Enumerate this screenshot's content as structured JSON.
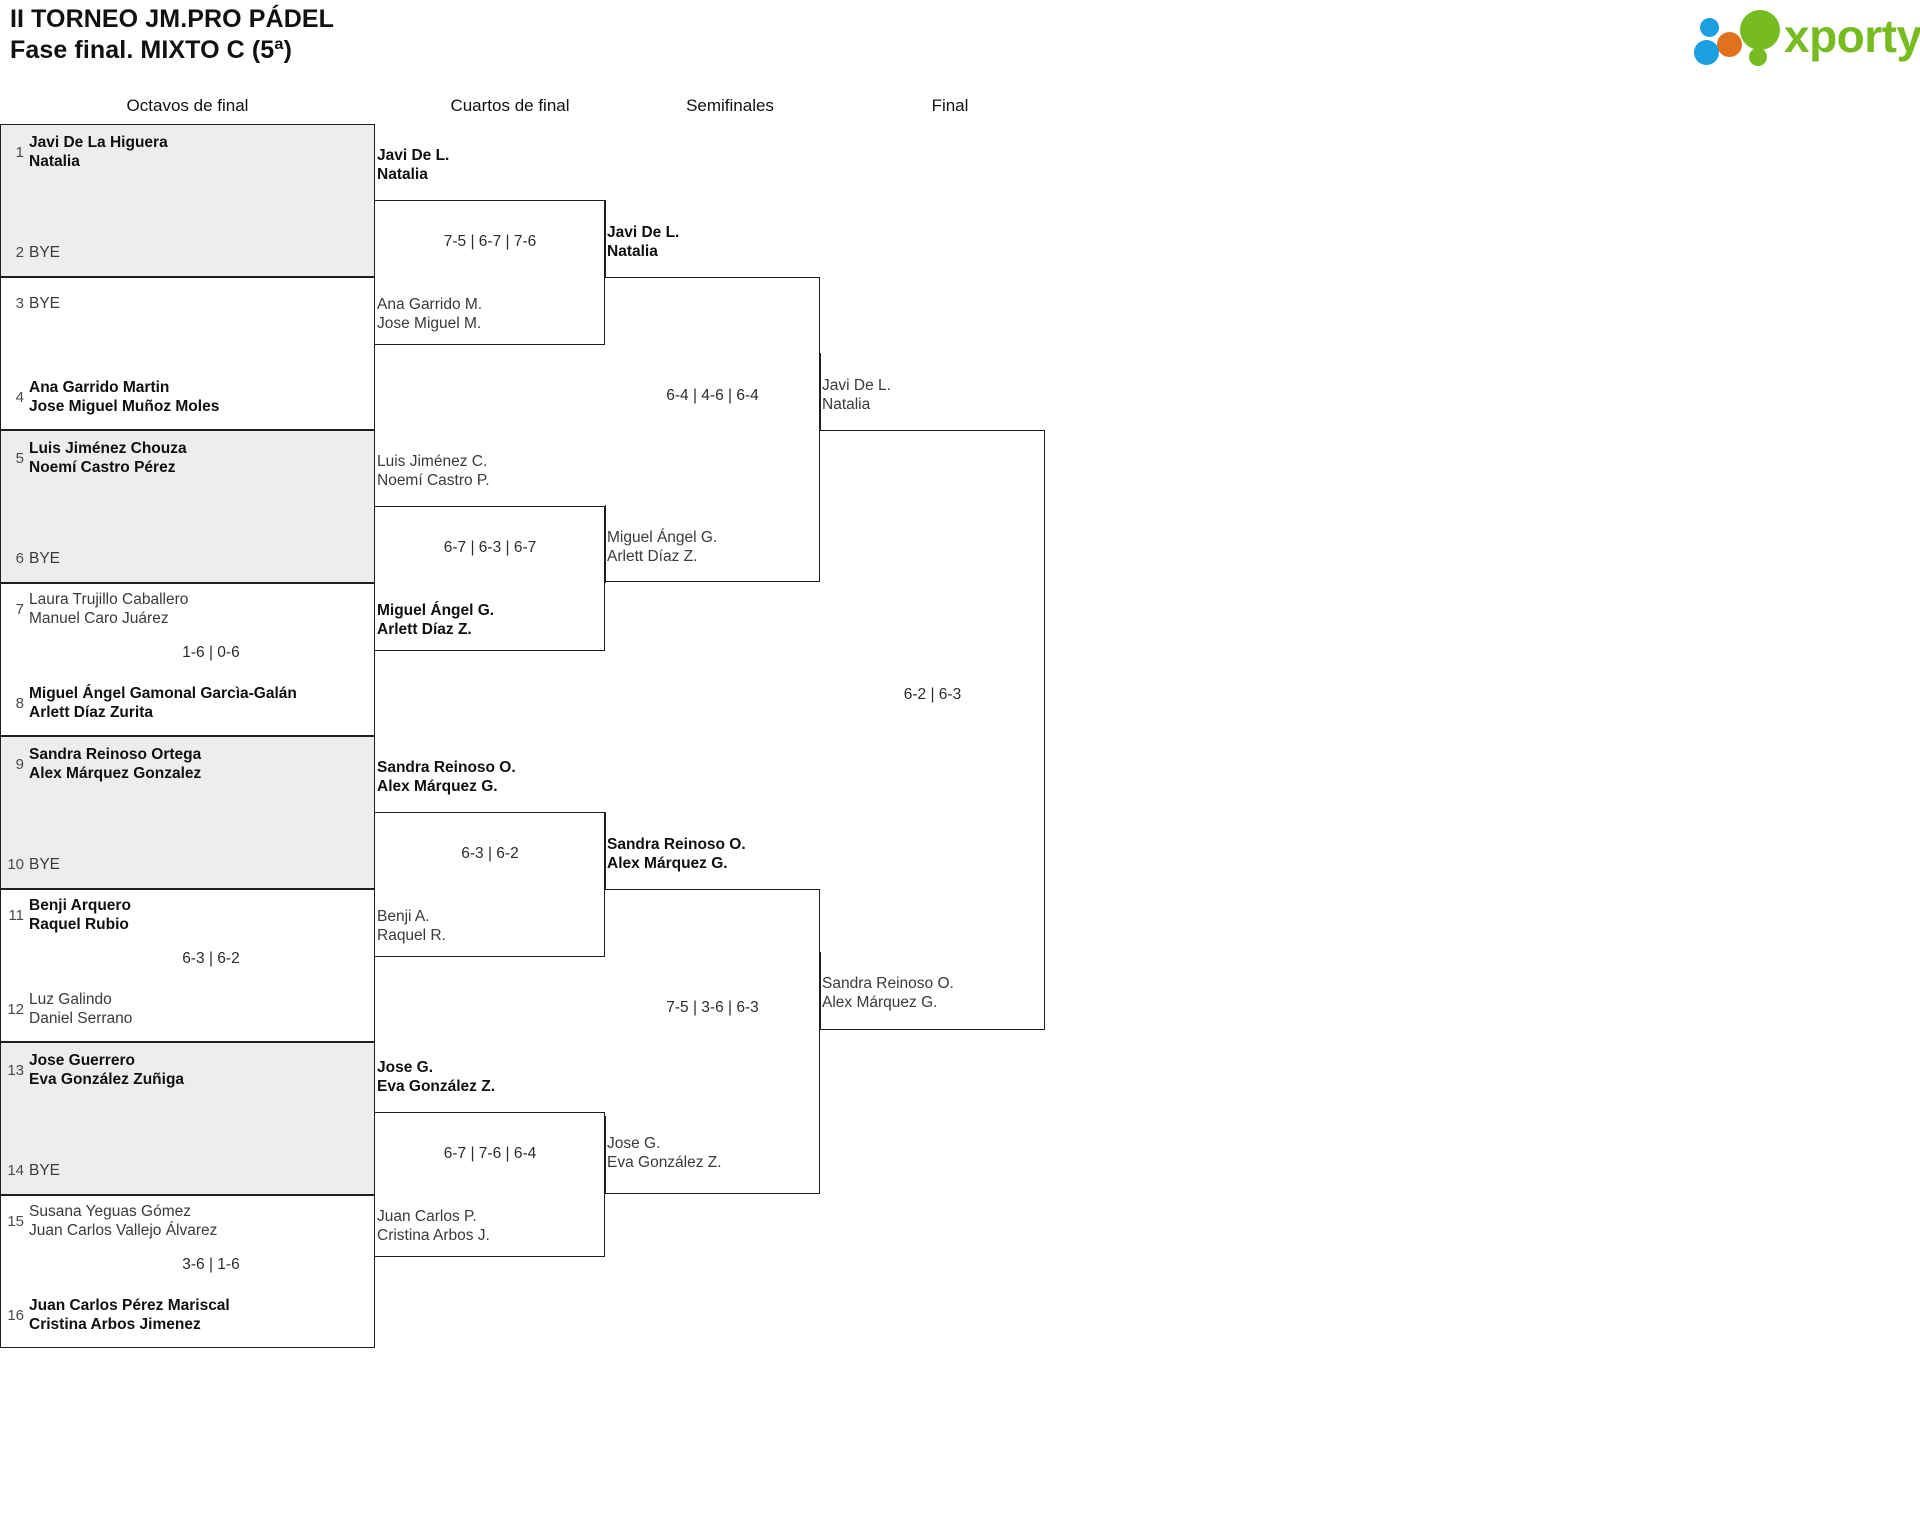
{
  "header": {
    "title_line1": "II TORNEO JM.PRO PÁDEL",
    "title_line2": "Fase final. MIXTO C (5ª)",
    "logo_text": "xporty",
    "logo_colors": {
      "green": "#76bc21",
      "blue": "#1b9fe0",
      "orange": "#e2711d"
    }
  },
  "rounds": [
    {
      "label": "Octavos de final"
    },
    {
      "label": "Cuartos de final"
    },
    {
      "label": "Semifinales"
    },
    {
      "label": "Final"
    }
  ],
  "round1": {
    "blocks": [
      {
        "shaded": true,
        "top": {
          "seed": "1",
          "name1": "Javi De La Higuera",
          "name2": "Natalia",
          "result": "winner"
        },
        "bottom": {
          "seed": "2",
          "name1": "BYE",
          "name2": "",
          "result": "bye"
        },
        "score": ""
      },
      {
        "shaded": false,
        "top": {
          "seed": "3",
          "name1": "BYE",
          "name2": "",
          "result": "bye"
        },
        "bottom": {
          "seed": "4",
          "name1": "Ana Garrido Martin",
          "name2": "Jose Miguel Muñoz Moles",
          "result": "winner"
        },
        "score": ""
      },
      {
        "shaded": true,
        "top": {
          "seed": "5",
          "name1": "Luis Jiménez Chouza",
          "name2": "Noemí Castro Pérez",
          "result": "winner"
        },
        "bottom": {
          "seed": "6",
          "name1": "BYE",
          "name2": "",
          "result": "bye"
        },
        "score": ""
      },
      {
        "shaded": false,
        "top": {
          "seed": "7",
          "name1": "Laura Trujillo Caballero",
          "name2": "Manuel Caro Juárez",
          "result": "loser"
        },
        "bottom": {
          "seed": "8",
          "name1": "Miguel Ángel Gamonal Garcìa-Galán",
          "name2": "Arlett Díaz Zurita",
          "result": "winner"
        },
        "score": "1-6 | 0-6"
      },
      {
        "shaded": true,
        "top": {
          "seed": "9",
          "name1": "Sandra Reinoso Ortega",
          "name2": "Alex Márquez Gonzalez",
          "result": "winner"
        },
        "bottom": {
          "seed": "10",
          "name1": "BYE",
          "name2": "",
          "result": "bye"
        },
        "score": ""
      },
      {
        "shaded": false,
        "top": {
          "seed": "11",
          "name1": "Benji Arquero",
          "name2": "Raquel Rubio",
          "result": "winner"
        },
        "bottom": {
          "seed": "12",
          "name1": "Luz Galindo",
          "name2": "Daniel Serrano",
          "result": "loser"
        },
        "score": "6-3 | 6-2"
      },
      {
        "shaded": true,
        "top": {
          "seed": "13",
          "name1": "Jose Guerrero",
          "name2": "Eva González Zuñiga",
          "result": "winner"
        },
        "bottom": {
          "seed": "14",
          "name1": "BYE",
          "name2": "",
          "result": "bye"
        },
        "score": ""
      },
      {
        "shaded": false,
        "top": {
          "seed": "15",
          "name1": "Susana Yeguas Gómez",
          "name2": "Juan Carlos Vallejo Álvarez",
          "result": "loser"
        },
        "bottom": {
          "seed": "16",
          "name1": "Juan Carlos Pérez Mariscal",
          "name2": "Cristina Arbos Jimenez",
          "result": "winner"
        },
        "score": "3-6 | 1-6"
      }
    ]
  },
  "round2": {
    "matches": [
      {
        "top": {
          "name1": "Javi De L.",
          "name2": "Natalia",
          "result": "winner"
        },
        "bottom": {
          "name1": "Ana Garrido M.",
          "name2": "Jose Miguel M.",
          "result": "loser"
        },
        "score": "7-5 | 6-7 | 7-6"
      },
      {
        "top": {
          "name1": "Luis Jiménez C.",
          "name2": "Noemí Castro P.",
          "result": "loser"
        },
        "bottom": {
          "name1": "Miguel Ángel G.",
          "name2": "Arlett Díaz Z.",
          "result": "winner"
        },
        "score": "6-7 | 6-3 | 6-7"
      },
      {
        "top": {
          "name1": "Sandra Reinoso O.",
          "name2": "Alex Márquez G.",
          "result": "winner"
        },
        "bottom": {
          "name1": "Benji A.",
          "name2": "Raquel R.",
          "result": "loser"
        },
        "score": "6-3 | 6-2"
      },
      {
        "top": {
          "name1": "Jose G.",
          "name2": "Eva González Z.",
          "result": "winner"
        },
        "bottom": {
          "name1": "Juan Carlos P.",
          "name2": "Cristina Arbos J.",
          "result": "loser"
        },
        "score": "6-7 | 7-6 | 6-4"
      }
    ]
  },
  "round3": {
    "matches": [
      {
        "top": {
          "name1": "Javi De L.",
          "name2": "Natalia",
          "result": "winner"
        },
        "bottom": {
          "name1": "Miguel Ángel G.",
          "name2": "Arlett Díaz Z.",
          "result": "loser"
        },
        "score": "6-4 | 4-6 | 6-4"
      },
      {
        "top": {
          "name1": "Sandra Reinoso O.",
          "name2": "Alex Márquez G.",
          "result": "winner"
        },
        "bottom": {
          "name1": "Jose G.",
          "name2": "Eva González Z.",
          "result": "loser"
        },
        "score": "7-5 | 3-6 | 6-3"
      }
    ]
  },
  "round4": {
    "matches": [
      {
        "top": {
          "name1": "Javi De L.",
          "name2": "Natalia",
          "result": "loser"
        },
        "bottom": {
          "name1": "Sandra Reinoso O.",
          "name2": "Alex Márquez G.",
          "result": "loser"
        },
        "score": "6-2 | 6-3"
      }
    ]
  }
}
